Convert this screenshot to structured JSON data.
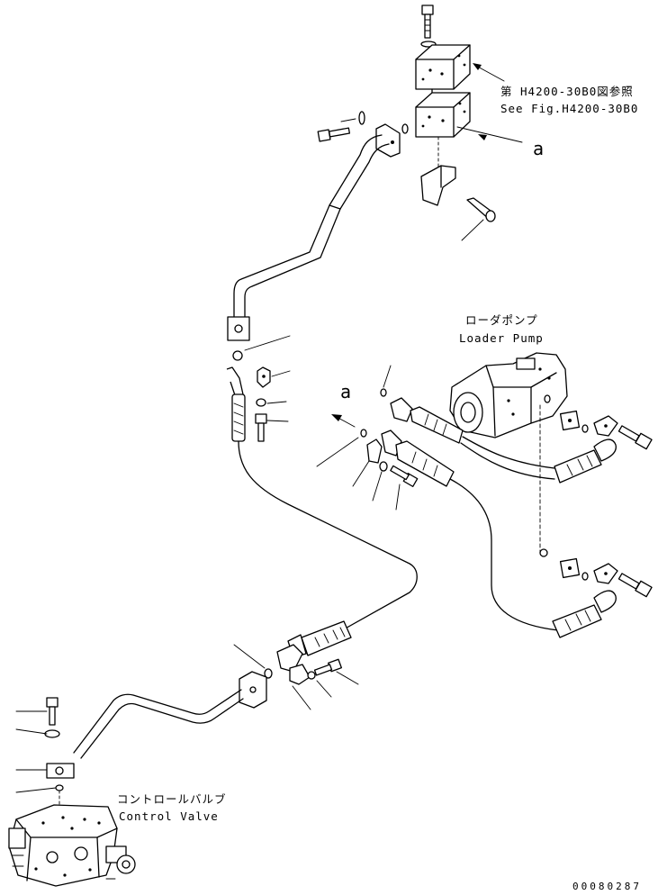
{
  "labels": {
    "ref_jp": "第 H4200-30B0図参照",
    "ref_en": "See Fig.H4200-30B0",
    "ref_letter_top": "a",
    "pump_jp": "ローダポンプ",
    "pump_en": "Loader Pump",
    "ref_letter_mid": "a",
    "valve_jp": "コントロールバルブ",
    "valve_en": "Control Valve",
    "drawing_code": "00080287"
  }
}
